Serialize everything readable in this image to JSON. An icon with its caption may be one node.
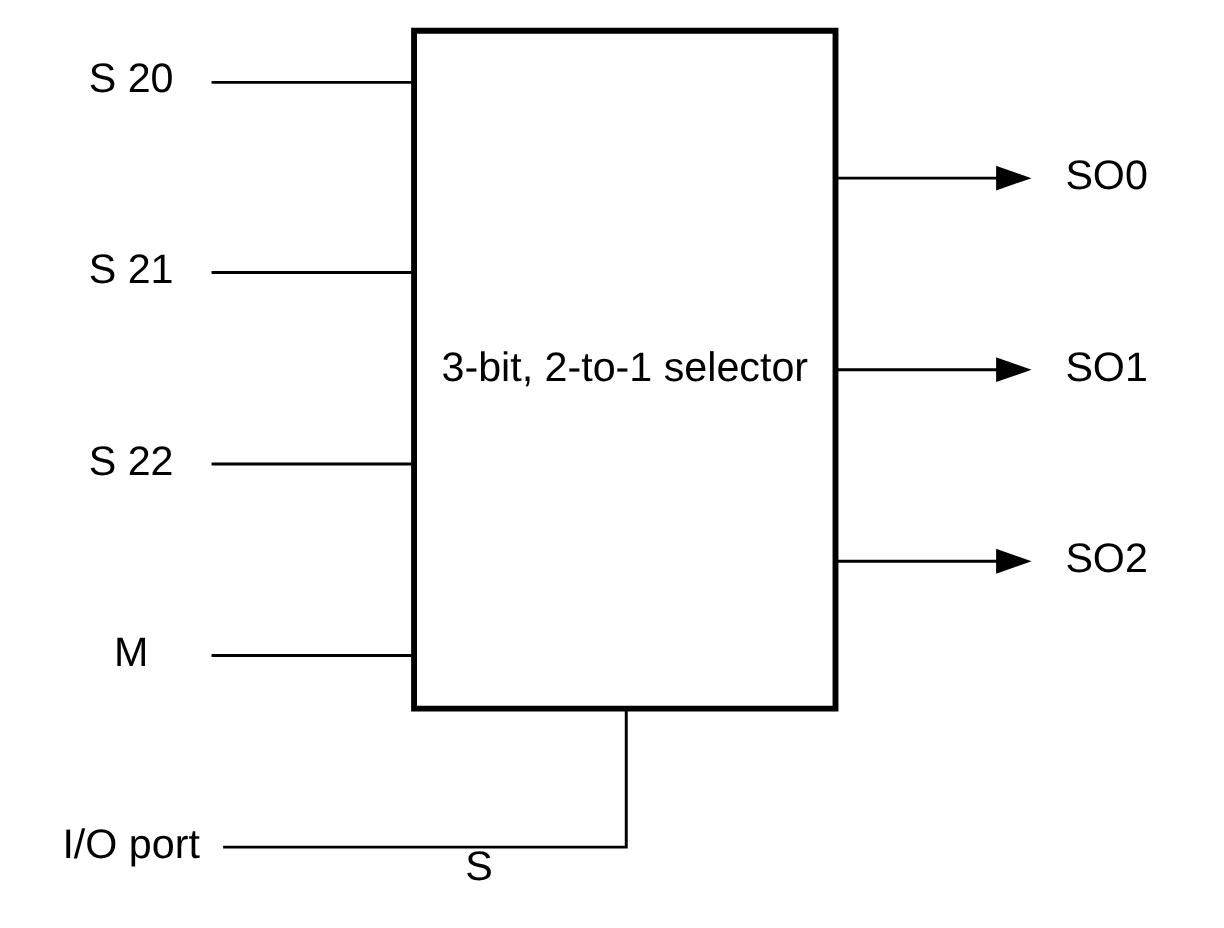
{
  "diagram": {
    "nodes": [
      {
        "text": [
          "S 20"
        ]
      },
      {
        "text": [
          "S 21"
        ]
      },
      {
        "text": [
          "S 22"
        ]
      },
      {
        "text": [
          "M"
        ]
      },
      {
        "text": [
          "3-bit, 2-to-1 selector"
        ]
      },
      {
        "text": [
          "SO0"
        ]
      },
      {
        "text": [
          "SO1"
        ]
      },
      {
        "text": [
          "SO2"
        ]
      },
      {
        "text": [
          "I/O port"
        ]
      }
    ],
    "edges": [
      {
        "from": 0,
        "to": 4,
        "arrow": "none"
      },
      {
        "from": 1,
        "to": 4,
        "arrow": "none"
      },
      {
        "from": 2,
        "to": 4,
        "arrow": "none"
      },
      {
        "from": 3,
        "to": 4,
        "arrow": "none"
      },
      {
        "from": 4,
        "to": 5,
        "arrow": "to"
      },
      {
        "from": 4,
        "to": 6,
        "arrow": "to"
      },
      {
        "from": 4,
        "to": 7,
        "arrow": "to"
      },
      {
        "from": 8,
        "to": 4,
        "arrow": "none",
        "label": "S"
      }
    ]
  }
}
